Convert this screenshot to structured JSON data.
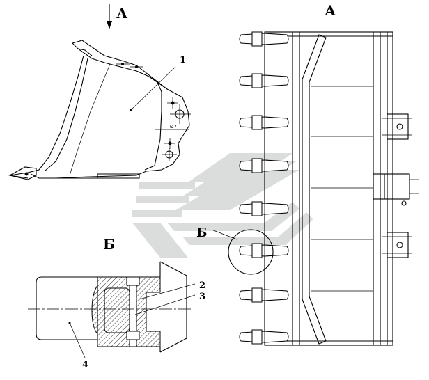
{
  "view_arrow_label": "А",
  "view_title": "А",
  "detail_label": "Б",
  "detail_title": "Б",
  "parts": {
    "p1": "1",
    "p2": "2",
    "p3": "3",
    "p4": "4"
  },
  "dimension": "Ø7",
  "watermark_icon": "stylized-arrows-logo"
}
